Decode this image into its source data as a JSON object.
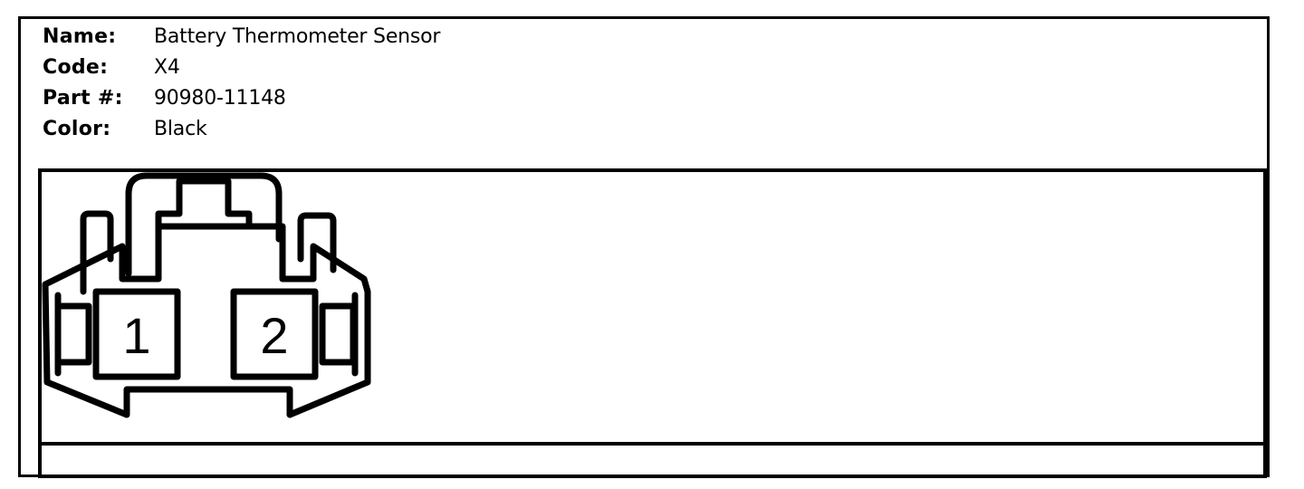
{
  "info": {
    "name": {
      "label": "Name:",
      "value": "Battery Thermometer Sensor"
    },
    "code": {
      "label": "Code:",
      "value": "X4"
    },
    "part": {
      "label": "Part #:",
      "value": "90980-11148"
    },
    "color": {
      "label": "Color:",
      "value": "Black"
    }
  },
  "connector": {
    "pins": [
      "1",
      "2"
    ]
  }
}
